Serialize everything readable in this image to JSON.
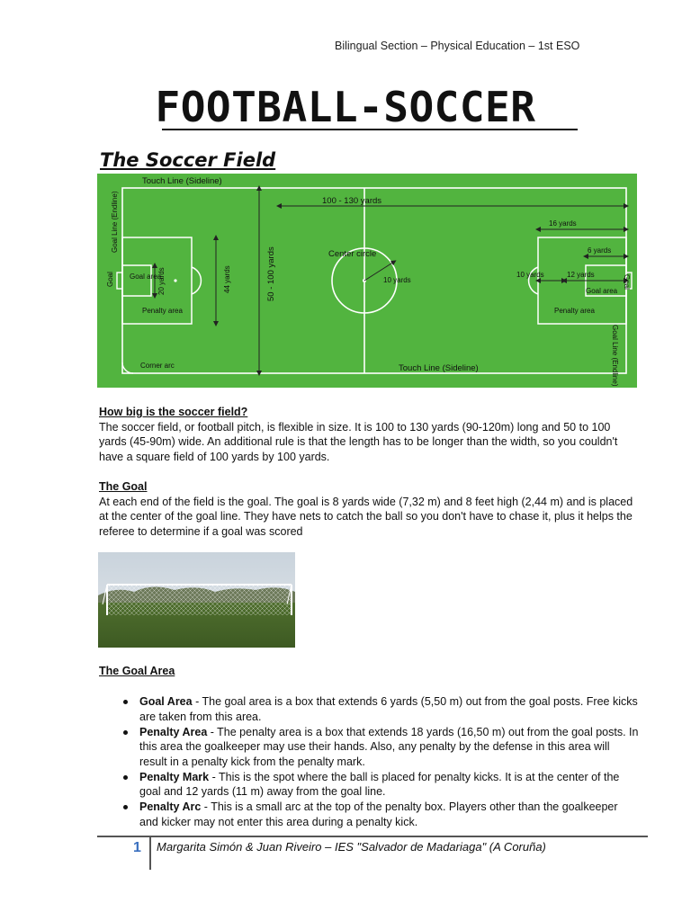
{
  "header": {
    "note": "Bilingual Section – Physical Education – 1st ESO",
    "title": "FOOTBALL-SOCCER"
  },
  "field_section": {
    "title": "The Soccer Field",
    "labels": {
      "touch_line_top": "Touch Line (Sideline)",
      "touch_line_bottom": "Touch Line (Sideline)",
      "length": "100 - 130 yards",
      "width": "50 - 100 yards",
      "goal_line_left": "Goal Line (Endline)",
      "goal_line_right": "Goal Line (Endline)",
      "center_circle": "Center circle",
      "center_radius": "10 yards",
      "yards_16": "16 yards",
      "yards_6": "6 yards",
      "yards_10": "10 yards",
      "yards_12": "12 yards",
      "yards_44": "44 yards",
      "yards_20": "20 yards",
      "goal_left": "Goal",
      "goal_right": "Goal",
      "goal_area_left": "Goal area",
      "goal_area_right": "Goal area",
      "penalty_area_left": "Penalty area",
      "penalty_area_right": "Penalty area",
      "corner_arc": "Corner arc"
    }
  },
  "size_section": {
    "heading": "How big is the soccer field?",
    "body": "The soccer field, or football pitch, is flexible in size. It is 100 to 130 yards (90-120m) long and 50 to 100 yards (45-90m) wide.  An additional rule is that the length has to be longer than the width, so you couldn't have a square field of 100 yards by 100 yards."
  },
  "goal_section": {
    "heading": "The Goal",
    "body": "At each end of the field is the goal. The goal is 8 yards wide (7,32 m) and 8 feet high (2,44 m) and is placed at the center of the goal line. They have nets to catch the ball so you don't have to chase it, plus it helps the referee to determine if a goal was scored"
  },
  "goal_area_section": {
    "heading": "The Goal Area",
    "items": [
      {
        "term": "Goal Area",
        "text": " - The goal area is a box that extends 6 yards (5,50 m)  out from the goal posts. Free kicks are taken from this area."
      },
      {
        "term": "Penalty Area",
        "text": " - The penalty area is a box that extends 18 yards (16,50 m) out from the goal posts. In this area the goalkeeper may use their hands. Also, any penalty by the defense in this area will result in a penalty kick from the penalty mark."
      },
      {
        "term": "Penalty Mark",
        "text": " - This is the spot where the ball is placed for penalty kicks. It is at the center of the goal and 12 yards (11 m) away from the goal line."
      },
      {
        "term": "Penalty Arc",
        "text": " - This is a small arc at the top of the penalty box. Players other than the goalkeeper and kicker may not enter this area during a penalty kick."
      }
    ]
  },
  "footer": {
    "page_number": "1",
    "authors": "Margarita Simón & Juan Riveiro – IES \"Salvador de Madariaga\"  (A Coruña)"
  },
  "colors": {
    "field_green": "#52b43f",
    "page_number_blue": "#3a6fbf"
  }
}
